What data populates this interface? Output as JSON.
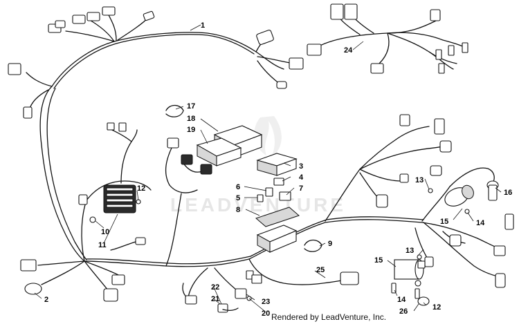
{
  "watermark": "LEADVENTURE",
  "credit": "Rendered by LeadVenture, Inc.",
  "callouts": {
    "c1": "1",
    "c2": "2",
    "c3": "3",
    "c4": "4",
    "c5": "5",
    "c6": "6",
    "c7": "7",
    "c8": "8",
    "c9": "9",
    "c10": "10",
    "c11": "11",
    "c12a": "12",
    "c12b": "12",
    "c13a": "13",
    "c13b": "13",
    "c14a": "14",
    "c14b": "14",
    "c15a": "15",
    "c15b": "15",
    "c16": "16",
    "c17": "17",
    "c18": "18",
    "c19": "19",
    "c20": "20",
    "c21": "21",
    "c22": "22",
    "c23": "23",
    "c24": "24",
    "c25": "25",
    "c26": "26"
  }
}
